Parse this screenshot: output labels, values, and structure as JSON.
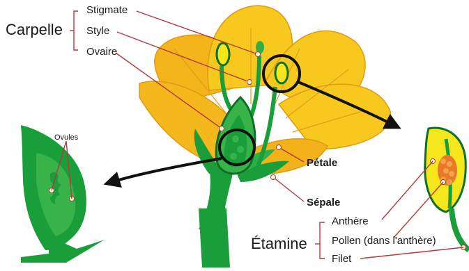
{
  "carpel_group": {
    "title": "Carpelle",
    "parts": [
      "Stigmate",
      "Style",
      "Ovaire"
    ]
  },
  "stamen_group": {
    "title": "Étamine",
    "parts": [
      "Anthère",
      "Pollen (dans l'anthère)",
      "Filet"
    ]
  },
  "petal_label": "Pétale",
  "sepal_label": "Sépale",
  "ovules_label": "Ovules",
  "colors": {
    "petal": "#f7c81e",
    "petal_shade": "#e9a21a",
    "stem": "#1a9e3a",
    "stem_dark": "#0f6e27",
    "ovary": "#37b34a",
    "anther": "#f5e71c",
    "pollen": "#e8792a",
    "leader_line": "#b23a3a",
    "arrow": "#111111"
  }
}
